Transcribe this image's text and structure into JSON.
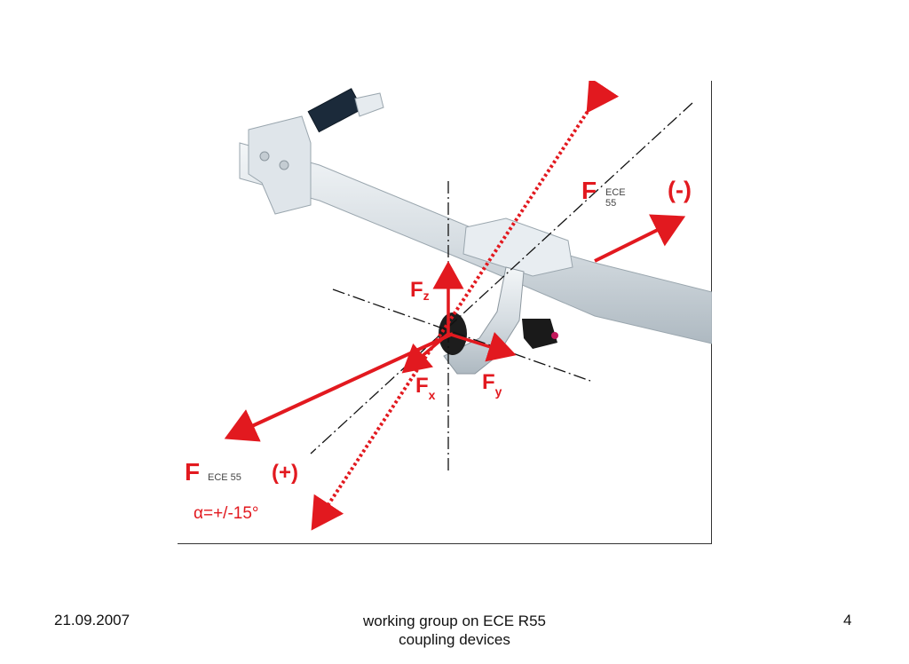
{
  "diagram": {
    "force_main_label": "F",
    "force_main_sub_top": "ECE",
    "force_main_sub_bottom": "55",
    "sign_negative": "(-)",
    "force_left_label": "F",
    "force_left_sub": "ECE 55",
    "sign_positive": "(+)",
    "fz": "F",
    "fz_sub": "z",
    "fx": "F",
    "fx_sub": "x",
    "fy": "F",
    "fy_sub": "y",
    "angle": "α=+/-15°",
    "accent_color": "#e2191f"
  },
  "footer": {
    "date": "21.09.2007",
    "title_line1": "working group on ECE R55",
    "title_line2": "coupling devices",
    "page_number": "4"
  }
}
